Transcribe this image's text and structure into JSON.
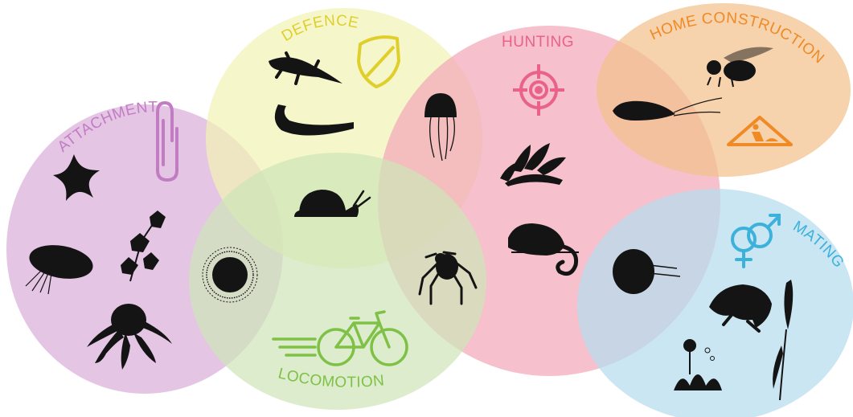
{
  "categories": {
    "attachment": {
      "label": "ATTACHMENT",
      "fill": "#dbaed9",
      "text": "#c27cc4"
    },
    "defence": {
      "label": "DEFENCE",
      "fill": "#f1f3b6",
      "text": "#e0cf2a"
    },
    "hunting": {
      "label": "HUNTING",
      "fill": "#f2a8b9",
      "text": "#e8628a"
    },
    "home_construction": {
      "label": "HOME CONSTRUCTION",
      "fill": "#f3c08e",
      "text": "#f08a24"
    },
    "locomotion": {
      "label": "LOCOMOTION",
      "fill": "#cfe4b8",
      "text": "#7fc146"
    },
    "mating": {
      "label": "MATING",
      "fill": "#b5dcef",
      "text": "#3bb1dc"
    }
  },
  "icons": {
    "category_symbols": [
      "paperclip",
      "shield",
      "target",
      "construction-sign",
      "bicycle",
      "gender-symbols"
    ],
    "organisms": [
      "starfish",
      "mussel",
      "ivy",
      "octopus",
      "gecko",
      "caterpillar",
      "snail",
      "sea-urchin",
      "jellyfish",
      "venus-flytrap",
      "chameleon",
      "spider",
      "bee",
      "caddisfly",
      "nautilus",
      "frog",
      "dandelion",
      "wheat"
    ]
  }
}
